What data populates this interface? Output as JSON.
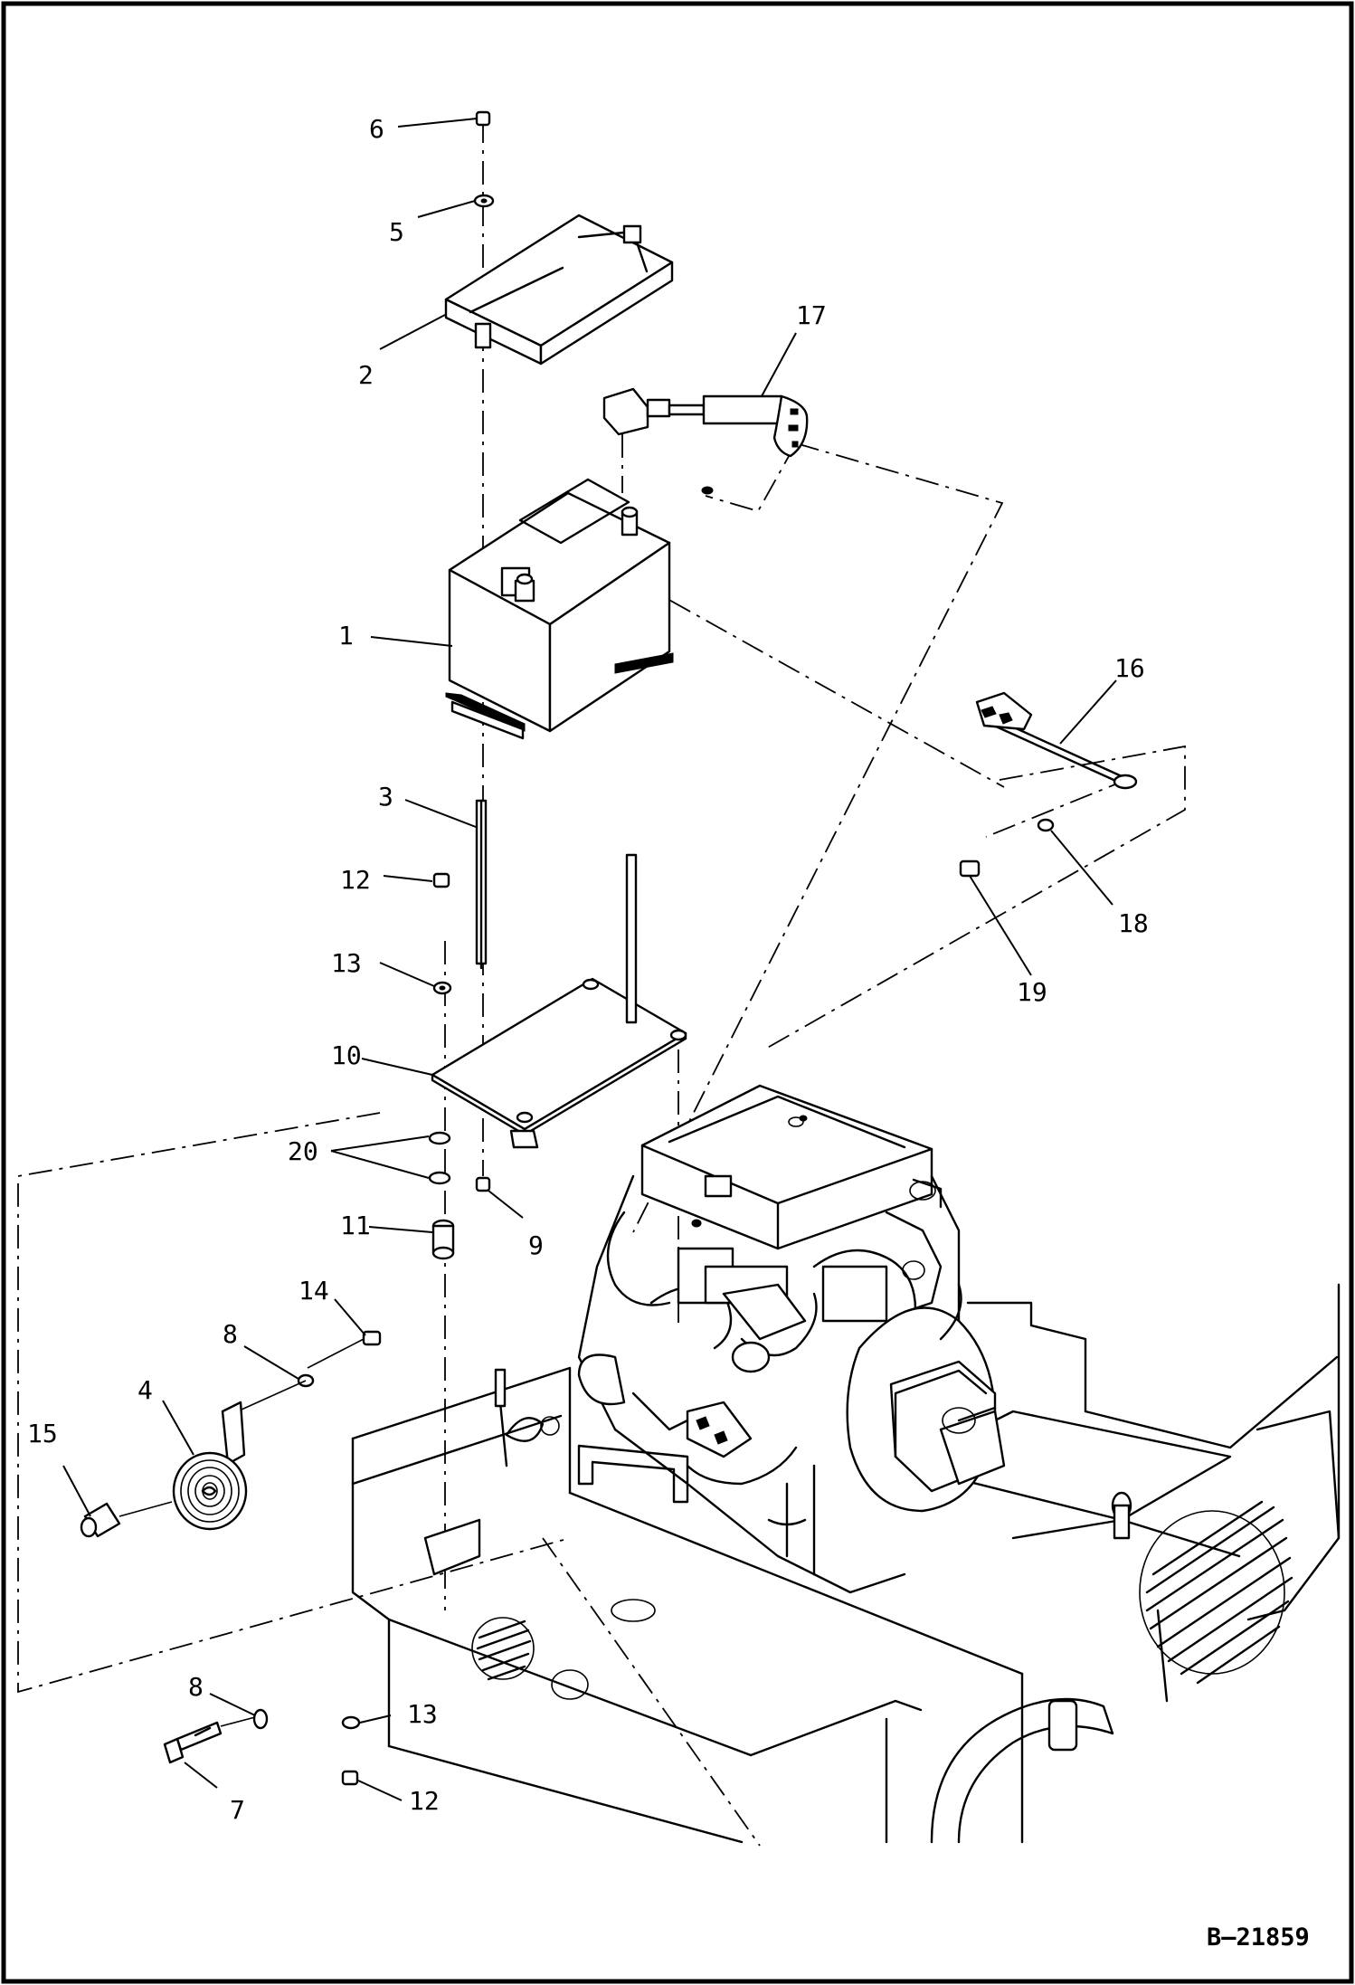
{
  "drawing": {
    "id": "B–21859",
    "callouts": [
      {
        "key": "6",
        "label": "6"
      },
      {
        "key": "5",
        "label": "5"
      },
      {
        "key": "2",
        "label": "2"
      },
      {
        "key": "17",
        "label": "17"
      },
      {
        "key": "1",
        "label": "1"
      },
      {
        "key": "16",
        "label": "16"
      },
      {
        "key": "3",
        "label": "3"
      },
      {
        "key": "12a",
        "label": "12"
      },
      {
        "key": "18",
        "label": "18"
      },
      {
        "key": "13a",
        "label": "13"
      },
      {
        "key": "19",
        "label": "19"
      },
      {
        "key": "10",
        "label": "10"
      },
      {
        "key": "20",
        "label": "20"
      },
      {
        "key": "11",
        "label": "11"
      },
      {
        "key": "9",
        "label": "9"
      },
      {
        "key": "14",
        "label": "14"
      },
      {
        "key": "8a",
        "label": "8"
      },
      {
        "key": "4",
        "label": "4"
      },
      {
        "key": "15",
        "label": "15"
      },
      {
        "key": "8b",
        "label": "8"
      },
      {
        "key": "13b",
        "label": "13"
      },
      {
        "key": "7",
        "label": "7"
      },
      {
        "key": "12b",
        "label": "12"
      }
    ]
  }
}
